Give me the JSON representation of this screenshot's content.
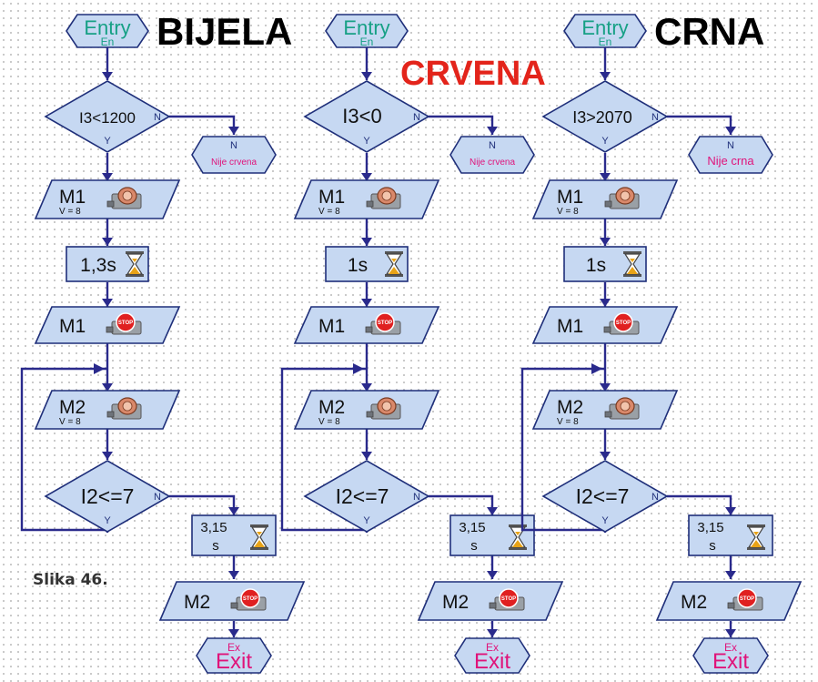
{
  "headings": {
    "left": "BIJELA",
    "middle": "CRVENA",
    "right": "CRNA"
  },
  "caption": "Slika 46.",
  "entry": {
    "label": "Entry",
    "sub": "En"
  },
  "exit": {
    "label": "Exit",
    "sub": "Ex"
  },
  "branch_labels": {
    "yes": "Y",
    "no": "N"
  },
  "columns": [
    {
      "color": "BIJELA",
      "condition": "I3<1200",
      "no_exit": "Nije crvena",
      "motor_on": {
        "motor": "M1",
        "speed": "V = 8"
      },
      "wait_1": "1,3s",
      "motor_off": "M1",
      "loop_motor": {
        "motor": "M2",
        "speed": "V = 8"
      },
      "loop_condition": "I2<=7",
      "wait_2": [
        "3,15",
        "s"
      ],
      "final_stop": "M2"
    },
    {
      "color": "CRVENA",
      "condition": "I3<0",
      "no_exit": "Nije crvena",
      "motor_on": {
        "motor": "M1",
        "speed": "V = 8"
      },
      "wait_1": "1s",
      "motor_off": "M1",
      "loop_motor": {
        "motor": "M2",
        "speed": "V = 8"
      },
      "loop_condition": "I2<=7",
      "wait_2": [
        "3,15",
        "s"
      ],
      "final_stop": "M2"
    },
    {
      "color": "CRNA",
      "condition": "I3>2070",
      "no_exit": "Nije crna",
      "motor_on": {
        "motor": "M1",
        "speed": "V = 8"
      },
      "wait_1": "1s",
      "motor_off": "M1",
      "loop_motor": {
        "motor": "M2",
        "speed": "V = 8"
      },
      "loop_condition": "I2<=7",
      "wait_2": [
        "3,15",
        "s"
      ],
      "final_stop": "M2"
    }
  ],
  "icons": {
    "motor_on": "motor-icon",
    "motor_off": "motor-stop-icon",
    "wait": "hourglass-icon",
    "stop_sign_text": "STOP"
  },
  "colors": {
    "shape_fill": "#c6d8f2",
    "shape_stroke": "#1f2f7a",
    "flow_line": "#2a2a8c",
    "entry_text": "#16a085",
    "exit_text": "#e0137a",
    "red_heading": "#e3241b"
  }
}
